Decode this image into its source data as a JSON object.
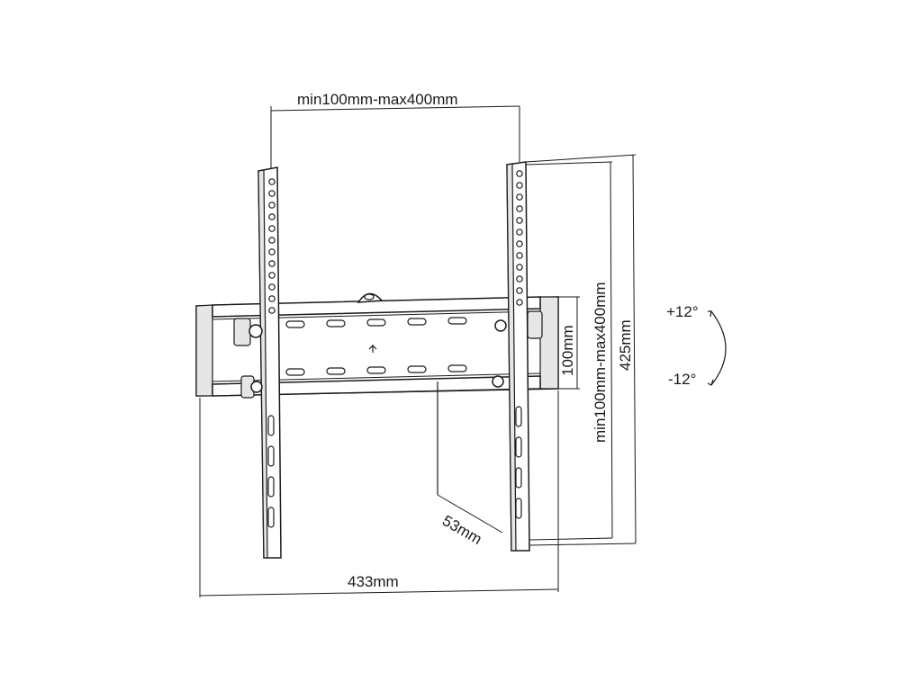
{
  "dimensions": {
    "top_width": "min100mm-max400mm",
    "bracket_height": "min100mm-max400mm",
    "total_height": "425mm",
    "rail_height": "100mm",
    "depth": "53mm",
    "total_width": "433mm"
  },
  "tilt": {
    "up": "+12°",
    "down": "-12°"
  }
}
